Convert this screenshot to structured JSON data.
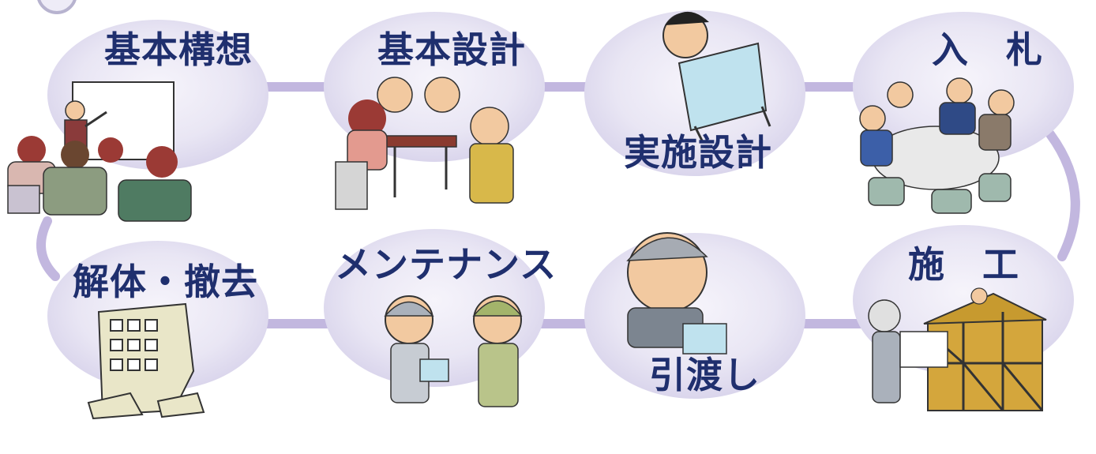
{
  "stages": [
    {
      "id": "kihon-koso",
      "label": "基本構想"
    },
    {
      "id": "kihon-sekkei",
      "label": "基本設計"
    },
    {
      "id": "jisshi-sekkei",
      "label": "実施設計"
    },
    {
      "id": "nyusatsu",
      "label": "入　札"
    },
    {
      "id": "seko",
      "label": "施　工"
    },
    {
      "id": "hikiwatashi",
      "label": "引渡し"
    },
    {
      "id": "maintenance",
      "label": "メンテナンス"
    },
    {
      "id": "kaitai",
      "label": "解体・撤去"
    }
  ],
  "colors": {
    "bubble": "#e6e3f2",
    "connector": "#bdb2da",
    "label": "#1f2f6e"
  }
}
